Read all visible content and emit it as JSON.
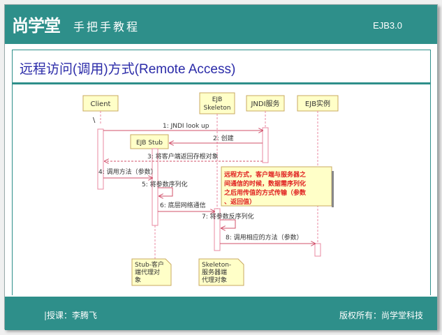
{
  "header": {
    "logo": "尚学堂",
    "subtitle": "手把手教程",
    "course": "EJB3.0"
  },
  "slide": {
    "title": "远程访问(调用)方式(Remote Access)"
  },
  "diagram": {
    "lifelines": {
      "client": "Client",
      "skeleton_line1": "EJB",
      "skeleton_line2": "Skeleton",
      "jndi": "JNDI服务",
      "instance": "EJB实例"
    },
    "client_marker": "\\",
    "stub_box": "EJB Stub",
    "messages": {
      "m1": "1: JNDI look up",
      "m2": "2: 创建",
      "m3": "3: 将客户端返回存根对象",
      "m4": "4: 调用方法（参数）",
      "m5": "5: 将参数序列化",
      "m6": "6: 底层网络通信",
      "m7": "7: 将参数反序列化",
      "m8": "8: 调用相应的方法（参数）"
    },
    "callout": {
      "line1": "远程方式，客户端与服务器之",
      "line2": "间通信的时候，数据需序列化",
      "line3": "之后用传值的方式传输（参数",
      "line4": "、返回值）"
    },
    "notes": {
      "stub_line1": "Stub-客户",
      "stub_line2": "端代理对",
      "stub_line3": "象",
      "skel_line1": "Skeleton-",
      "skel_line2": "服务器端",
      "skel_line3": "代理对象"
    }
  },
  "footer": {
    "lecturer": "|授课：李腾飞",
    "copyright": "版权所有：尚学堂科技"
  },
  "colors": {
    "teal": "#2e8f8a",
    "title_blue": "#2a2aa8",
    "line_pink": "#e88aa0",
    "box_yellow": "#ffffc8",
    "callout_red": "#e02020"
  }
}
